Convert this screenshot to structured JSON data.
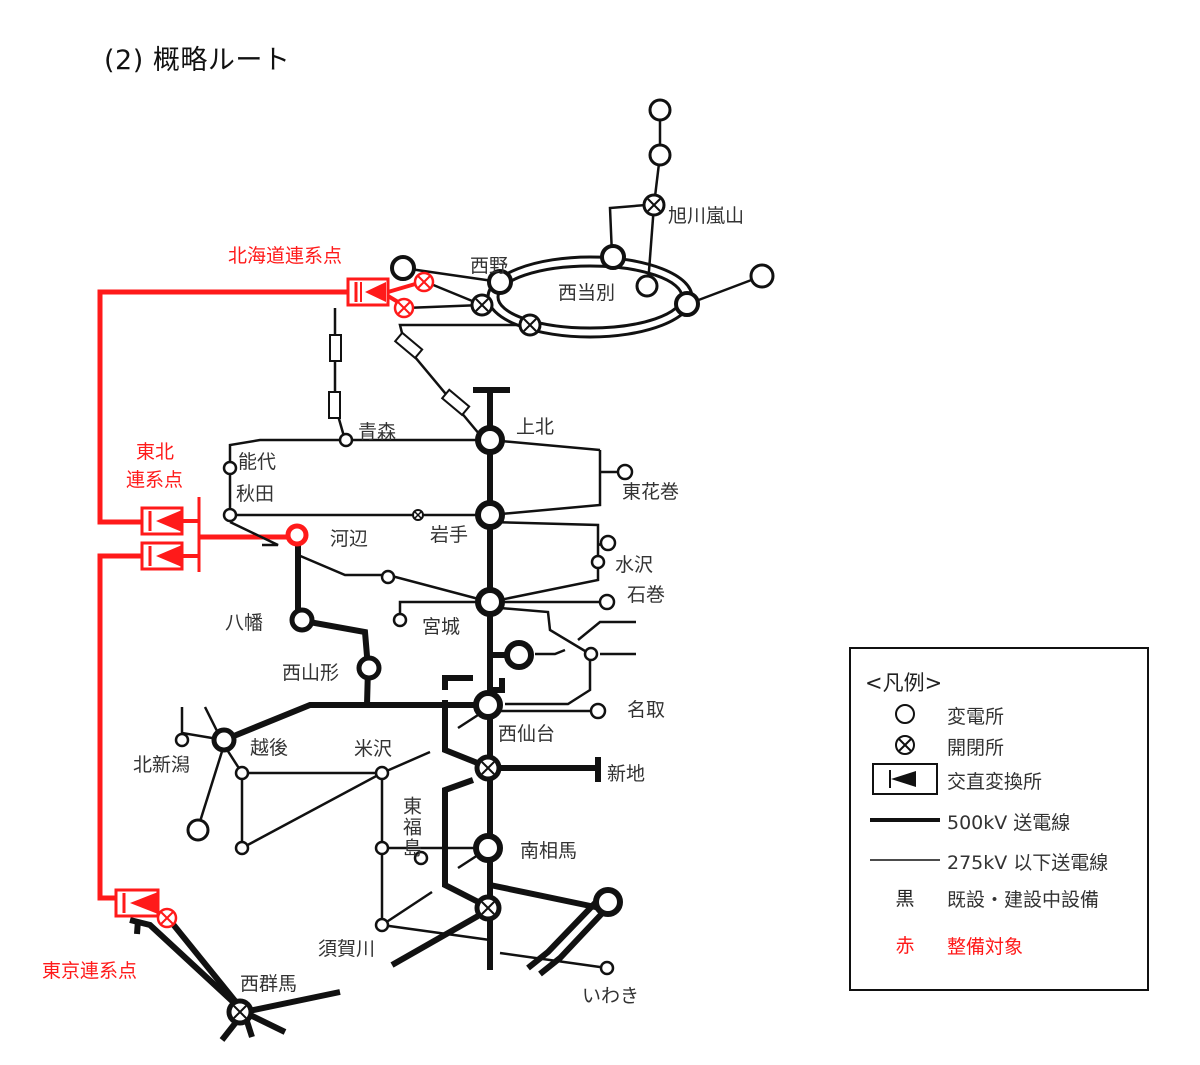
{
  "title": "(2)  概略ルート",
  "colors": {
    "existing": "#111111",
    "target": "#ff1a1a",
    "text": "#333333"
  },
  "labels": {
    "hokkaido_link": "北海道連系点",
    "tohoku_link_line1": "東北",
    "tohoku_link_line2": "連系点",
    "tokyo_link": "東京連系点",
    "asahikawa_arashiyama": "旭川嵐山",
    "nishino": "西野",
    "nishitobetsu": "西当別",
    "aomori": "青森",
    "kamikita": "上北",
    "noshiro": "能代",
    "akita": "秋田",
    "higashihanamaki": "東花巻",
    "kawabe": "河辺",
    "iwate": "岩手",
    "mizusawa": "水沢",
    "ishinomaki": "石巻",
    "yawata": "八幡",
    "miyagi": "宮城",
    "nishiyamagata": "西山形",
    "natori": "名取",
    "echigo": "越後",
    "yonezawa": "米沢",
    "nishisendai": "西仙台",
    "kitaniigata": "北新潟",
    "shinchi": "新地",
    "higashifukushima": "東福島",
    "minamisoma": "南相馬",
    "sukagawa": "須賀川",
    "iwaki": "いわき",
    "nishigunma": "西群馬"
  },
  "legend": {
    "title": "<凡例>",
    "items": [
      {
        "symbol": "substation-icon",
        "text": "変電所"
      },
      {
        "symbol": "switching-station-icon",
        "text": "開閉所"
      },
      {
        "symbol": "ac-dc-converter-icon",
        "text": "交直変換所"
      },
      {
        "symbol": "line-500kv-icon",
        "text": "500kV 送電線"
      },
      {
        "symbol": "line-275kv-icon",
        "text": "275kV 以下送電線"
      }
    ],
    "black_key": "黒",
    "black_text": "既設・建設中設備",
    "red_key": "赤",
    "red_text": "整備対象"
  }
}
